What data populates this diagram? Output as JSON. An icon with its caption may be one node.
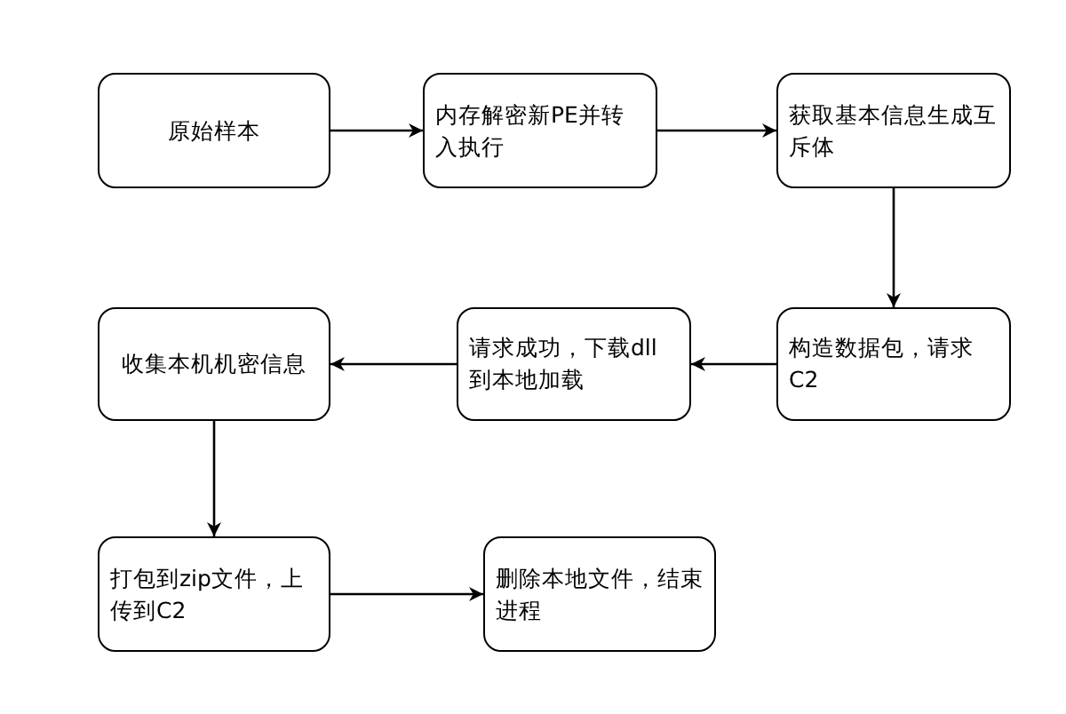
{
  "diagram": {
    "nodes": [
      {
        "text": [
          "原始样本"
        ]
      },
      {
        "text": [
          "内存解密新PE并转入执行"
        ]
      },
      {
        "text": [
          "获取基本信息生成互斥体"
        ]
      },
      {
        "text": [
          "构造数据包，请求C2"
        ]
      },
      {
        "text": [
          "请求成功，下载dll到本地加载"
        ]
      },
      {
        "text": [
          "收集本机机密信息"
        ]
      },
      {
        "text": [
          "打包到zip文件，上传到C2"
        ]
      },
      {
        "text": [
          "删除本地文件，结束进程"
        ]
      }
    ],
    "edges": [
      {
        "from": 0,
        "to": 1,
        "arrow": "to"
      },
      {
        "from": 1,
        "to": 2,
        "arrow": "to"
      },
      {
        "from": 2,
        "to": 3,
        "arrow": "to"
      },
      {
        "from": 3,
        "to": 4,
        "arrow": "to"
      },
      {
        "from": 4,
        "to": 5,
        "arrow": "to"
      },
      {
        "from": 5,
        "to": 6,
        "arrow": "to"
      },
      {
        "from": 6,
        "to": 7,
        "arrow": "to"
      }
    ]
  }
}
